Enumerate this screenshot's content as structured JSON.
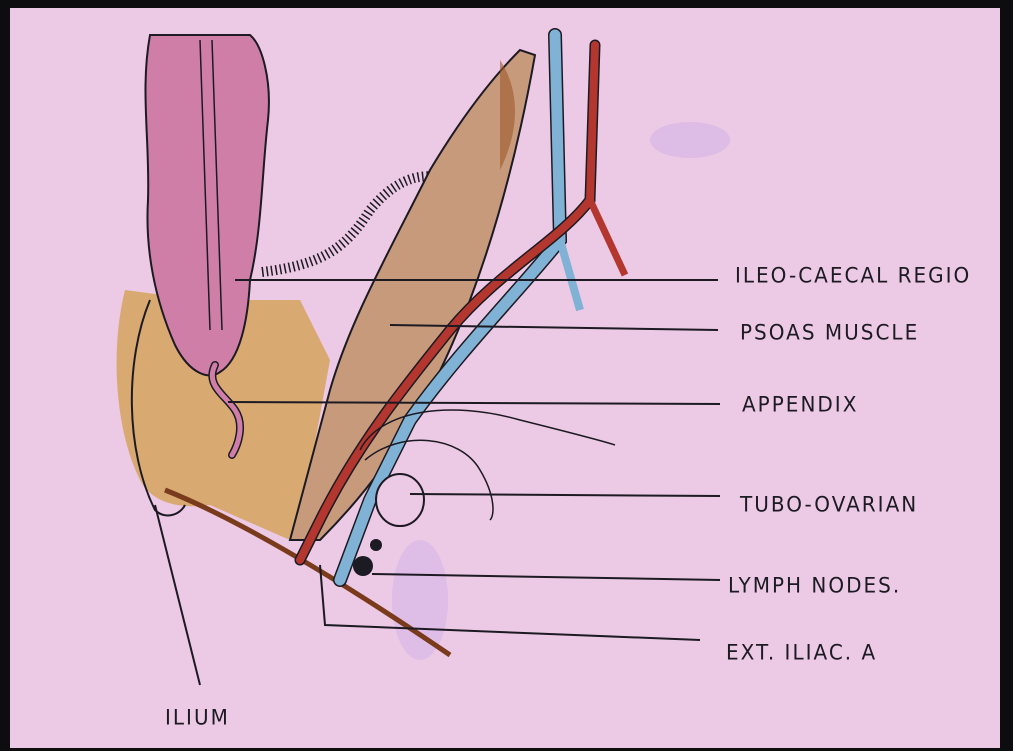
{
  "diagram": {
    "labels": {
      "ileo_caecal": "ILEO-CAECAL REGIO",
      "psoas": "PSOAS MUSCLE",
      "appendix": "APPENDIX",
      "tubo_ovarian": "TUBO-OVARIAN",
      "lymph_nodes": "LYMPH NODES.",
      "ext_iliac": "EXT. ILIAC. A",
      "ilium": "ILIUM"
    },
    "colors": {
      "paper": "#ecc9e4",
      "caecum": "#cf7ea8",
      "fat": "#d6a35e",
      "psoas": "#c89a7c",
      "artery": "#b3372f",
      "vein": "#7fb2d4",
      "ink": "#1c1a22"
    }
  }
}
